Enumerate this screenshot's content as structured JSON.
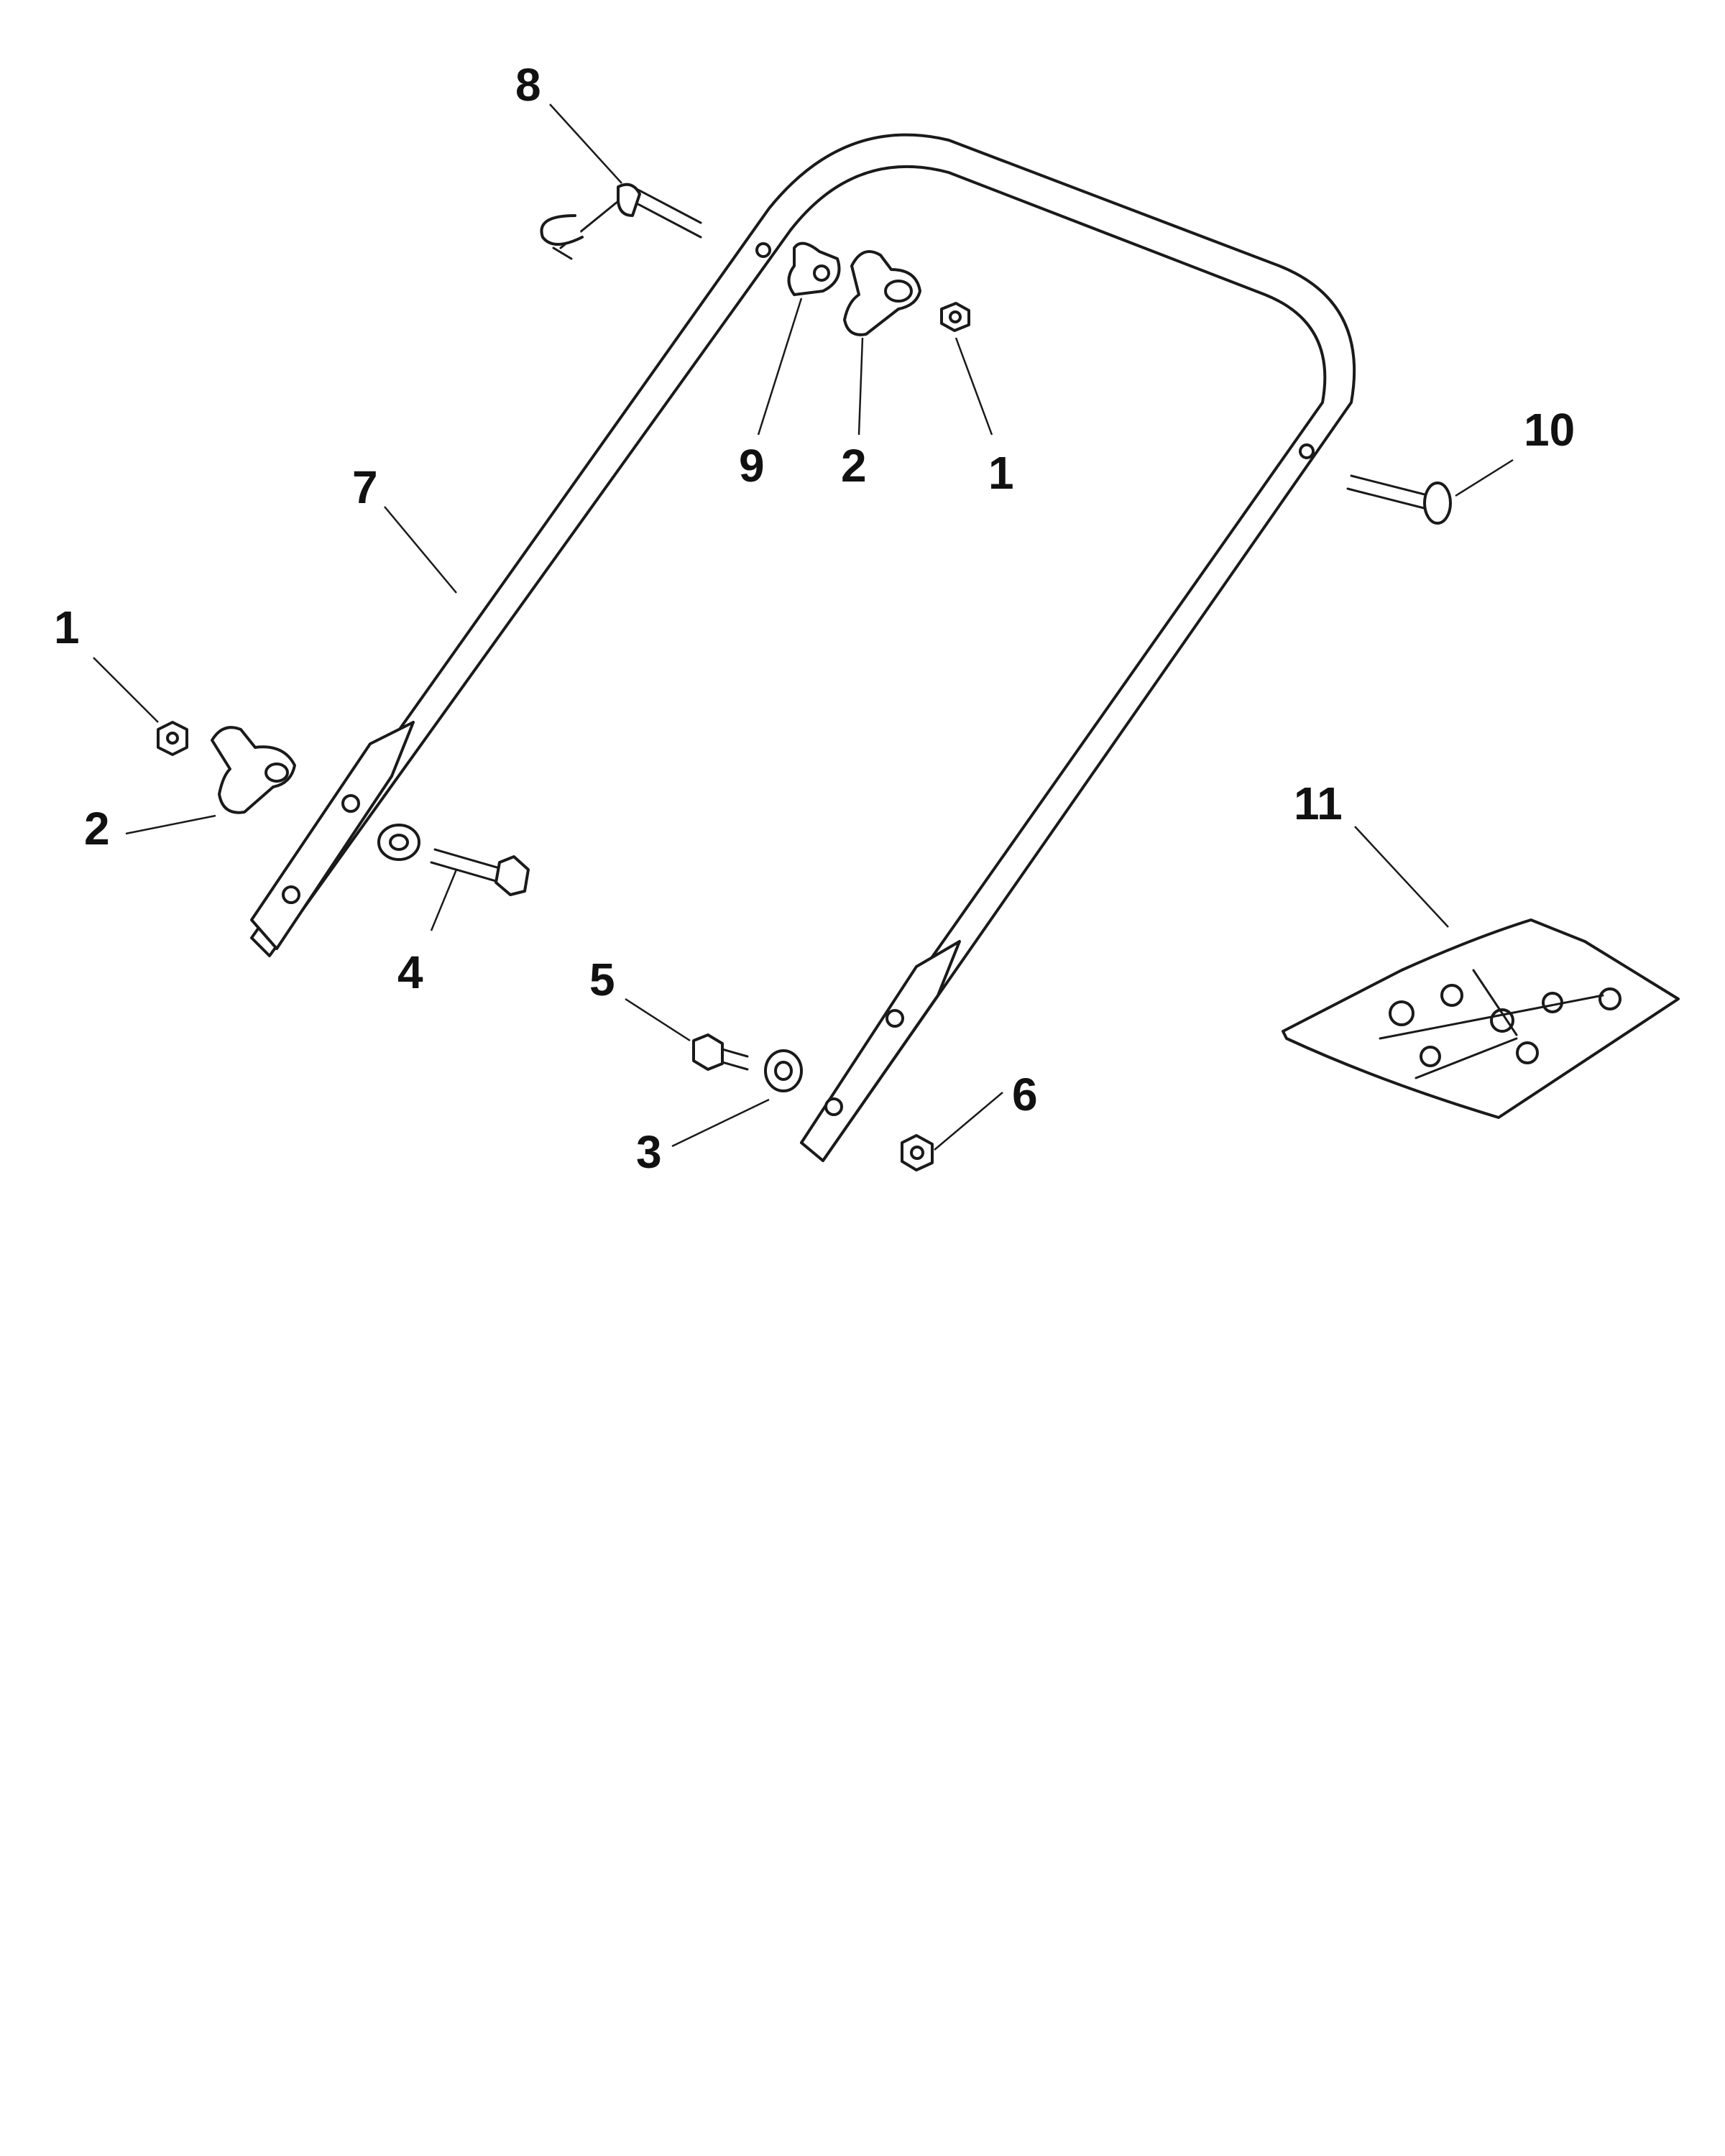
{
  "callouts": [
    {
      "id": "c8",
      "label": "8",
      "part": "clevis-pin-with-clip"
    },
    {
      "id": "c9",
      "label": "9",
      "part": "cable-guide"
    },
    {
      "id": "c2a",
      "label": "2",
      "part": "handle-knob"
    },
    {
      "id": "c1a",
      "label": "1",
      "part": "nut"
    },
    {
      "id": "c10",
      "label": "10",
      "part": "carriage-bolt"
    },
    {
      "id": "c7",
      "label": "7",
      "part": "upper-handle"
    },
    {
      "id": "c1b",
      "label": "1",
      "part": "nut"
    },
    {
      "id": "c2b",
      "label": "2",
      "part": "handle-knob"
    },
    {
      "id": "c4",
      "label": "4",
      "part": "bolt-with-washer"
    },
    {
      "id": "c5",
      "label": "5",
      "part": "short-bolt"
    },
    {
      "id": "c3",
      "label": "3",
      "part": "spacer-washer"
    },
    {
      "id": "c6",
      "label": "6",
      "part": "lock-nut"
    },
    {
      "id": "c11",
      "label": "11",
      "part": "hardware-kit-bag"
    }
  ],
  "colors": {
    "line": "#1a1a1a",
    "background": "#ffffff"
  }
}
